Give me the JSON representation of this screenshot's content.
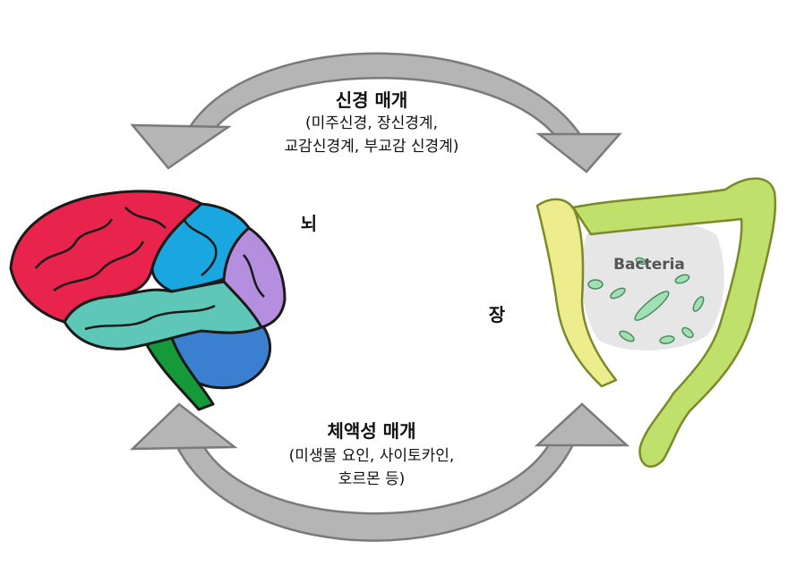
{
  "neural_pathway": {
    "title": "신경 매개",
    "subtitle_line1": "(미주신경, 장신경계,",
    "subtitle_line2": "교감신경계, 부교감 신경계)"
  },
  "humoral_pathway": {
    "title": "체액성 매개",
    "subtitle_line1": "(미생물 요인, 사이토카인,",
    "subtitle_line2": "호르몬 등)"
  },
  "organs": {
    "brain_label": "뇌",
    "gut_label": "장",
    "bacteria_label": "Bacteria"
  },
  "colors": {
    "arrow_fill": "#b5b5b5",
    "arrow_stroke": "#7a7a7a",
    "brain_frontal": "#e8234c",
    "brain_parietal": "#1aa7e0",
    "brain_occipital": "#b58ee0",
    "brain_temporal": "#5fc7b8",
    "brain_cerebellum": "#3a7fd0",
    "brain_stem": "#159a3a",
    "colon_ascending": "#eded8e",
    "colon_body": "#bfe06a",
    "bacteria": "#9fe0b5"
  }
}
